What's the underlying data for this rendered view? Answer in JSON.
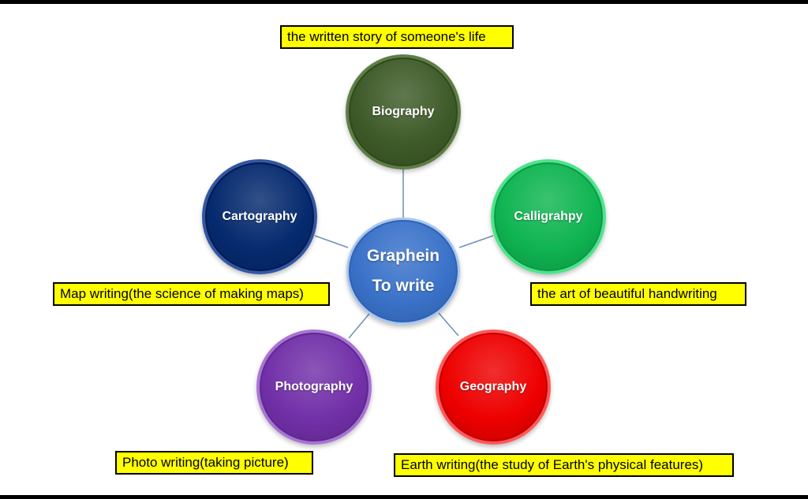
{
  "colors": {
    "center": "#3a72c9",
    "biography": "#3e5a28",
    "calligraphy": "#0fb451",
    "geography": "#ee0000",
    "photography": "#7230a8",
    "cartography": "#052a6e",
    "callout_fill": "#ffff00",
    "connector": "#6f8fb8"
  },
  "center": {
    "line1": "Graphein",
    "line2": "To write"
  },
  "nodes": {
    "biography": "Biography",
    "calligraphy": "Calligrahpy",
    "geography": "Geography",
    "photography": "Photography",
    "cartography": "Cartography"
  },
  "callouts": {
    "biography": "the written story of someone's life",
    "calligraphy": "the art of beautiful handwriting",
    "geography": "Earth writing(the study of Earth's physical features)",
    "photography": "Photo writing(taking picture)",
    "cartography": "Map writing(the science of making maps)"
  }
}
